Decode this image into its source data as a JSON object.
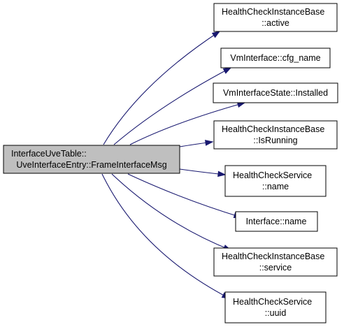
{
  "diagram": {
    "source": {
      "lines": [
        "InterfaceUveTable::",
        "UveInterfaceEntry::FrameInterfaceMsg"
      ]
    },
    "targets": [
      {
        "lines": [
          "HealthCheckInstanceBase",
          "::active"
        ]
      },
      {
        "lines": [
          "VmInterface::cfg_name"
        ]
      },
      {
        "lines": [
          "VmInterfaceState::Installed"
        ]
      },
      {
        "lines": [
          "HealthCheckInstanceBase",
          "::IsRunning"
        ]
      },
      {
        "lines": [
          "HealthCheckService",
          "::name"
        ]
      },
      {
        "lines": [
          "Interface::name"
        ]
      },
      {
        "lines": [
          "HealthCheckInstanceBase",
          "::service"
        ]
      },
      {
        "lines": [
          "HealthCheckService",
          "::uuid"
        ]
      }
    ],
    "colors": {
      "edge": "#191970",
      "source_fill": "#bfbfbf",
      "node_fill": "#ffffff",
      "node_border": "#000000"
    }
  }
}
